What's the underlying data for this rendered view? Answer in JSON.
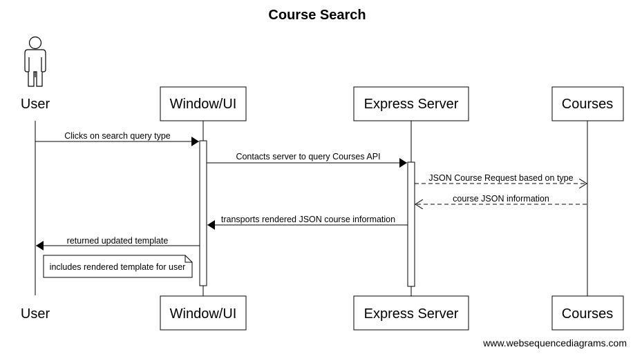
{
  "title": "Course Search",
  "participants": {
    "user": {
      "label": "User",
      "type": "actor"
    },
    "window": {
      "label": "Window/UI",
      "type": "box"
    },
    "server": {
      "label": "Express Server",
      "type": "box"
    },
    "courses": {
      "label": "Courses",
      "type": "box"
    }
  },
  "messages": [
    {
      "from": "User",
      "to": "Window/UI",
      "label": "Clicks on search query type",
      "style": "solid"
    },
    {
      "from": "Window/UI",
      "to": "Express Server",
      "label": "Contacts server to query Courses API",
      "style": "solid"
    },
    {
      "from": "Express Server",
      "to": "Courses",
      "label": "JSON Course Request based on type",
      "style": "dashed"
    },
    {
      "from": "Courses",
      "to": "Express Server",
      "label": "course JSON information",
      "style": "dashed"
    },
    {
      "from": "Express Server",
      "to": "Window/UI",
      "label": "transports rendered JSON course information",
      "style": "solid"
    },
    {
      "from": "Window/UI",
      "to": "User",
      "label": "returned updated template",
      "style": "solid"
    }
  ],
  "note": {
    "text": "includes rendered template for user"
  },
  "footer": {
    "watermark": "www.websequencediagrams.com"
  },
  "colors": {
    "line": "#000000",
    "background": "#ffffff",
    "box_fill": "#ffffff"
  }
}
